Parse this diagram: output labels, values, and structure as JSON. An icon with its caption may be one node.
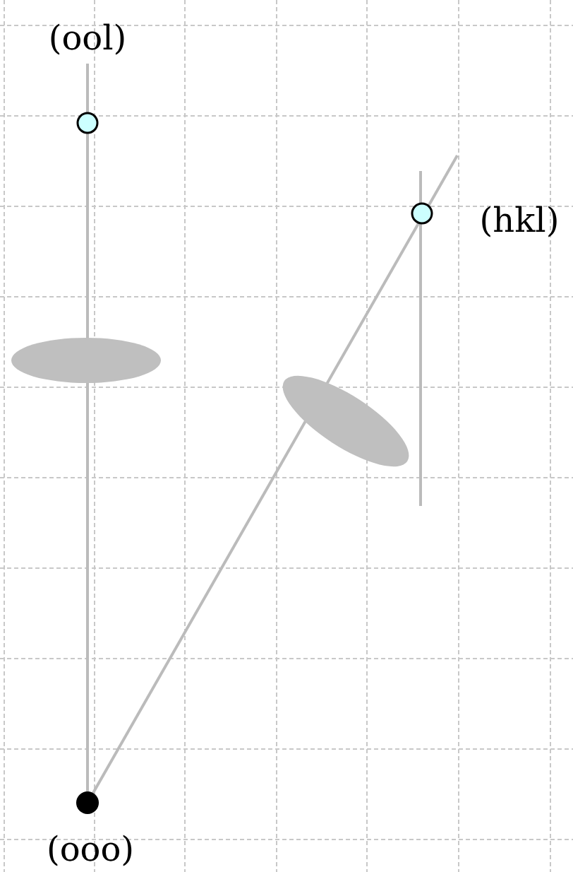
{
  "diagram": {
    "labels": [
      "(ool)",
      "(hkl)",
      "(ooo)"
    ]
  }
}
